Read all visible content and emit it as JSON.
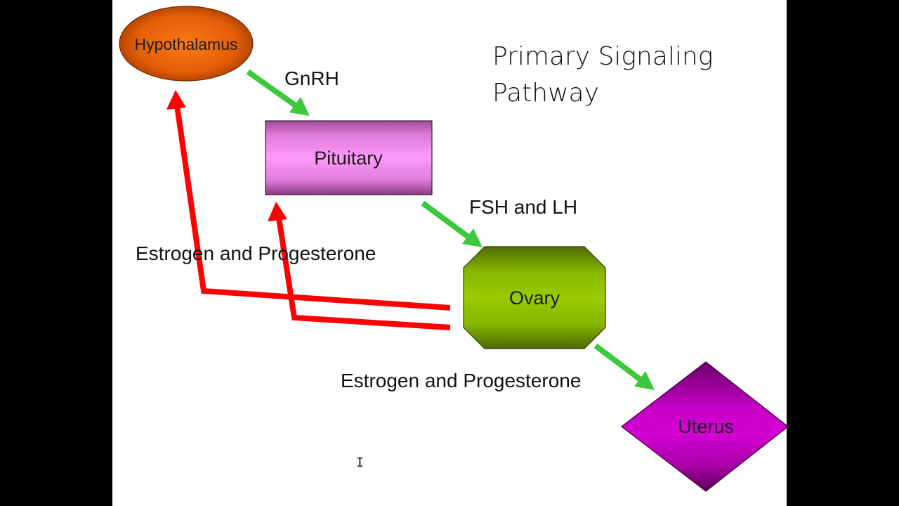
{
  "slide": {
    "title_line1": "Primary Signaling",
    "title_line2": "Pathway"
  },
  "nodes": {
    "hypothalamus": {
      "label": "Hypothalamus",
      "shape": "ellipse",
      "color": "#e8600a"
    },
    "pituitary": {
      "label": "Pituitary",
      "shape": "rectangle",
      "color": "#f58cf0"
    },
    "ovary": {
      "label": "Ovary",
      "shape": "octagon",
      "color": "#8cbf00"
    },
    "uterus": {
      "label": "Uterus",
      "shape": "diamond",
      "color": "#c000c0"
    }
  },
  "edges": {
    "gnrh": {
      "label": "GnRH",
      "from": "Hypothalamus",
      "to": "Pituitary",
      "type": "stimulatory",
      "color": "#39c739"
    },
    "fsh_lh": {
      "label": "FSH and LH",
      "from": "Pituitary",
      "to": "Ovary",
      "type": "stimulatory",
      "color": "#39c739"
    },
    "feedback": {
      "label": "Estrogen and Progesterone",
      "from": "Ovary",
      "to": [
        "Hypothalamus",
        "Pituitary"
      ],
      "type": "feedback",
      "color": "#ff0000"
    },
    "ovary_uterus": {
      "label": "Estrogen and Progesterone",
      "from": "Ovary",
      "to": "Uterus",
      "type": "stimulatory",
      "color": "#39c739"
    }
  },
  "cursor": {
    "icon": "text-cursor-icon",
    "glyph": "I"
  }
}
